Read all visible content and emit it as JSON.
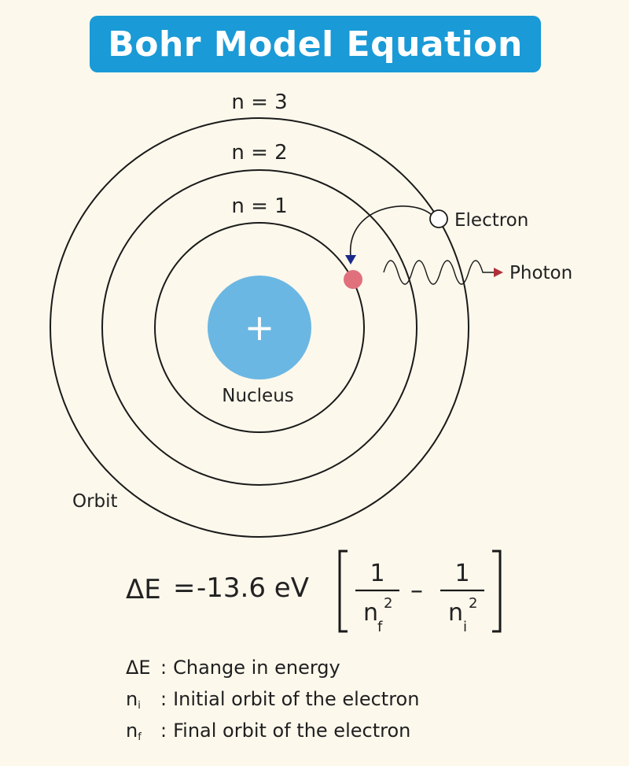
{
  "title": "Bohr Model Equation",
  "colors": {
    "banner": "#1a9ad6",
    "nucleus": "#6bb7e3",
    "electron_final": "#e0707c",
    "arrow_head": "#1a2a8a",
    "photon_arrow": "#b0303a",
    "background": "#fcf8ec"
  },
  "orbits": [
    {
      "label": "n = 1"
    },
    {
      "label": "n = 2"
    },
    {
      "label": "n = 3"
    }
  ],
  "labels": {
    "nucleus": "Nucleus",
    "nucleus_symbol": "+",
    "electron": "Electron",
    "photon": "Photon",
    "orbit": "Orbit"
  },
  "equation": {
    "lhs": "ΔE",
    "equals": "=",
    "coefficient": "-13.6 eV",
    "numerator_1": "1",
    "denominator_1_base": "n",
    "denominator_1_sub": "f",
    "denominator_1_sup": "2",
    "minus": "–",
    "numerator_2": "1",
    "denominator_2_base": "n",
    "denominator_2_sub": "i",
    "denominator_2_sup": "2"
  },
  "legend": [
    {
      "symbol": "ΔE",
      "sub": "",
      "description": "Change in energy"
    },
    {
      "symbol": "n",
      "sub": "i",
      "description": "Initial orbit of the electron"
    },
    {
      "symbol": "n",
      "sub": "f",
      "description": "Final orbit of the electron"
    }
  ]
}
